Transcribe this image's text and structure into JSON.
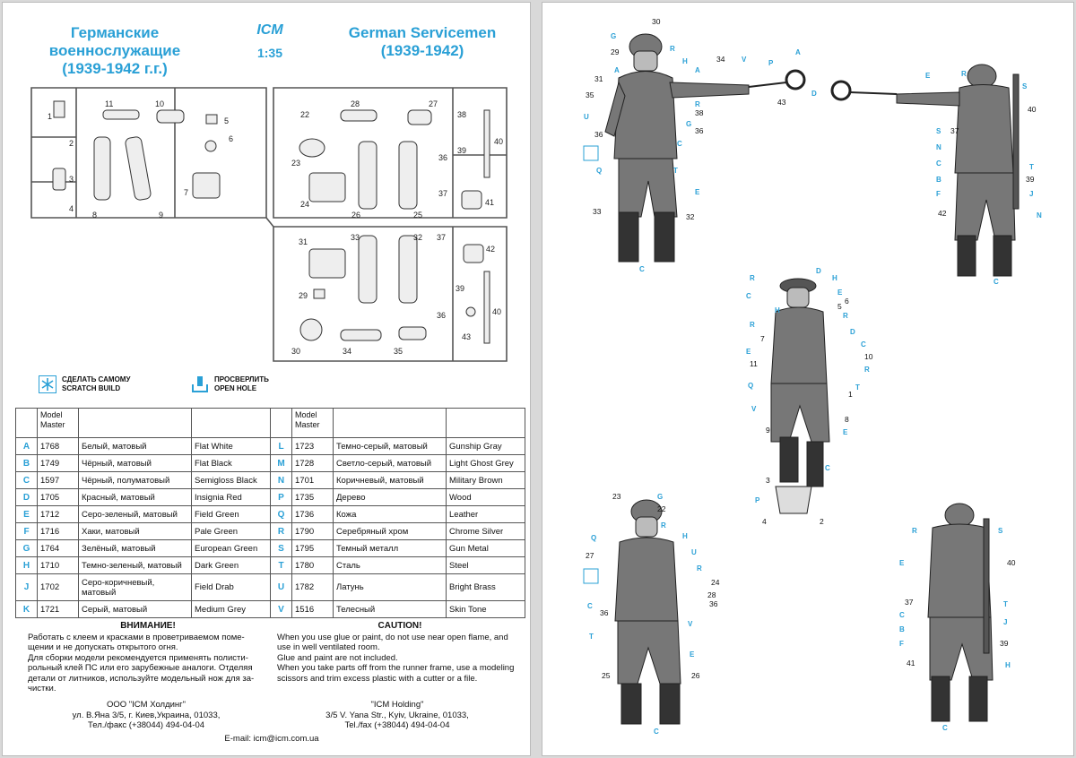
{
  "titles": {
    "ru_line1": "Германские",
    "ru_line2": "военнослужащие",
    "ru_line3": "(1939-1942 г.г.)",
    "en_line1": "German Servicemen",
    "en_line2": "(1939-1942)",
    "logo": "ICM",
    "scale": "1:35"
  },
  "sprue_numbers": {
    "left": [
      "1",
      "2",
      "3",
      "4",
      "5",
      "6",
      "7",
      "8",
      "9",
      "10",
      "11"
    ],
    "middle": [
      "22",
      "23",
      "24",
      "25",
      "26",
      "27",
      "28",
      "36",
      "37",
      "38",
      "39",
      "40",
      "41"
    ],
    "lower": [
      "29",
      "30",
      "31",
      "32",
      "33",
      "34",
      "35",
      "36",
      "37",
      "39",
      "40",
      "42",
      "43"
    ]
  },
  "legend": {
    "scratch_ru": "СДЕЛАТЬ САМОМУ",
    "scratch_en": "SCRATCH BUILD",
    "hole_ru": "ПРОСВЕРЛИТЬ",
    "hole_en": "OPEN HOLE"
  },
  "paint_table": {
    "header": "Model Master",
    "left": [
      {
        "code": "A",
        "num": "1768",
        "ru": "Белый, матовый",
        "en": "Flat White"
      },
      {
        "code": "B",
        "num": "1749",
        "ru": "Чёрный, матовый",
        "en": "Flat Black"
      },
      {
        "code": "C",
        "num": "1597",
        "ru": "Чёрный, полуматовый",
        "en": "Semigloss Black"
      },
      {
        "code": "D",
        "num": "1705",
        "ru": "Красный, матовый",
        "en": "Insignia Red"
      },
      {
        "code": "E",
        "num": "1712",
        "ru": "Серо-зеленый, матовый",
        "en": "Field Green"
      },
      {
        "code": "F",
        "num": "1716",
        "ru": "Хаки, матовый",
        "en": "Pale Green"
      },
      {
        "code": "G",
        "num": "1764",
        "ru": "Зелёный, матовый",
        "en": "European Green"
      },
      {
        "code": "H",
        "num": "1710",
        "ru": "Темно-зеленый, матовый",
        "en": "Dark Green"
      },
      {
        "code": "J",
        "num": "1702",
        "ru": "Серо-коричневый, матовый",
        "en": "Field Drab"
      },
      {
        "code": "K",
        "num": "1721",
        "ru": "Серый, матовый",
        "en": "Medium Grey"
      }
    ],
    "right": [
      {
        "code": "L",
        "num": "1723",
        "ru": "Темно-серый, матовый",
        "en": "Gunship Gray"
      },
      {
        "code": "M",
        "num": "1728",
        "ru": "Светло-серый, матовый",
        "en": "Light Ghost Grey"
      },
      {
        "code": "N",
        "num": "1701",
        "ru": "Коричневый, матовый",
        "en": "Military Brown"
      },
      {
        "code": "P",
        "num": "1735",
        "ru": "Дерево",
        "en": "Wood"
      },
      {
        "code": "Q",
        "num": "1736",
        "ru": "Кожа",
        "en": "Leather"
      },
      {
        "code": "R",
        "num": "1790",
        "ru": "Серебряный хром",
        "en": "Chrome Silver"
      },
      {
        "code": "S",
        "num": "1795",
        "ru": "Темный металл",
        "en": "Gun Metal"
      },
      {
        "code": "T",
        "num": "1780",
        "ru": "Сталь",
        "en": "Steel"
      },
      {
        "code": "U",
        "num": "1782",
        "ru": "Латунь",
        "en": "Bright Brass"
      },
      {
        "code": "V",
        "num": "1516",
        "ru": "Телесный",
        "en": "Skin Tone"
      }
    ]
  },
  "warning_ru": {
    "title": "ВНИМАНИЕ!",
    "p1": "Работать с клеем и красками в проветриваемом поме-щении и не допускать открытого огня.",
    "p2": "Для сборки модели рекомендуется применять полисти-рольный клей ПС или его зарубежные аналоги. Отделяя детали от литников, используйте модельный нож для за-чистки."
  },
  "warning_en": {
    "title": "CAUTION!",
    "p1": "When you use glue or paint, do not use near open flame, and use in well ventilated room.",
    "p2": "Glue and paint are not included.",
    "p3": "When you take parts off from the runner frame, use a modeling scissors and trim excess plastic with a cutter or a file."
  },
  "address_ru": {
    "company": "ООО \"ICM Холдинг\"",
    "street": "ул. В.Яна 3/5, г. Киев,Украина, 01033,",
    "phone": "Тел./факс (+38044) 494-04-04"
  },
  "address_en": {
    "company": "\"ICM Holding\"",
    "street": "3/5 V. Yana Str., Kyiv, Ukraine, 01033,",
    "phone": "Tel./fax (+38044) 494-04-04"
  },
  "email": "E-mail: icm@icm.com.ua",
  "colors": {
    "accent": "#2aa0d6",
    "line": "#444444"
  }
}
